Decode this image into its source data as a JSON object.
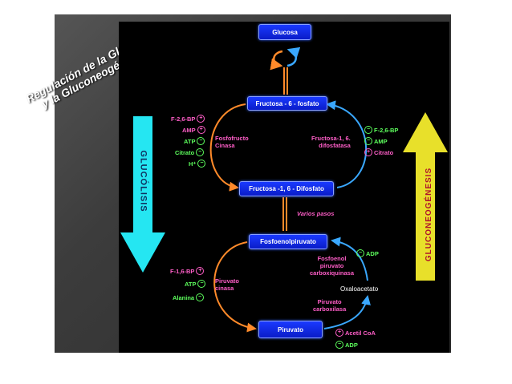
{
  "title": {
    "line1": "Regulación de la Glucólisis",
    "line2": "y la Gluconeogénesis"
  },
  "pathway_labels": {
    "glycolysis": "GLUCÓLISIS",
    "gluconeogenesis": "GLUCONEOGÉNESIS"
  },
  "nodes": {
    "glucosa": "Glucosa",
    "f6p": "Fructosa - 6 - fosfato",
    "f16bp": "Fructosa -1, 6 - Difosfato",
    "pep": "Fosfoenolpiruvato",
    "piruvato": "Piruvato"
  },
  "varios_pasos": "Varios pasos",
  "enzymes": {
    "pfk": [
      "Fosfofructo",
      "Cinasa"
    ],
    "fbpase": [
      "Fructosa-1, 6.",
      "difosfatasa"
    ],
    "pk": [
      "Piruvato",
      "cinasa"
    ],
    "pepck": [
      "Fosfoenol",
      "piruvato",
      "carboxiquinasa"
    ],
    "pc": [
      "Piruvato",
      "carboxilasa"
    ]
  },
  "oxaloacetato": "Oxaloacetato",
  "regulators": {
    "pfk": [
      {
        "name": "F-2,6-BP",
        "sign": "+",
        "color": "pink"
      },
      {
        "name": "AMP",
        "sign": "+",
        "color": "pink"
      },
      {
        "name": "ATP",
        "sign": "−",
        "color": "green"
      },
      {
        "name": "Citrato",
        "sign": "−",
        "color": "green"
      },
      {
        "name": "H⁺",
        "sign": "−",
        "color": "green"
      }
    ],
    "fbpase": [
      {
        "name": "F-2,6-BP",
        "sign": "−",
        "color": "green"
      },
      {
        "name": "AMP",
        "sign": "−",
        "color": "green"
      },
      {
        "name": "Citrato",
        "sign": "+",
        "color": "pink"
      }
    ],
    "pk": [
      {
        "name": "F-1,6-BP",
        "sign": "+",
        "color": "pink"
      },
      {
        "name": "ATP",
        "sign": "−",
        "color": "green"
      },
      {
        "name": "Alanina",
        "sign": "−",
        "color": "green"
      }
    ],
    "pepck": [
      {
        "name": "ADP",
        "sign": "−",
        "color": "green"
      }
    ],
    "pc": [
      {
        "name": "Acetil CoA",
        "sign": "+",
        "color": "pink"
      },
      {
        "name": "ADP",
        "sign": "−",
        "color": "green"
      }
    ]
  },
  "colors": {
    "box": "#1a3aff",
    "glycolysis_arrow": "#25e6f2",
    "gluconeogenesis_arrow": "#e8e02a",
    "activator": "#ff5ec8",
    "inhibitor": "#5dff5d",
    "orange_arc": "#ff8a2a",
    "blue_arc": "#3aa8ff"
  }
}
